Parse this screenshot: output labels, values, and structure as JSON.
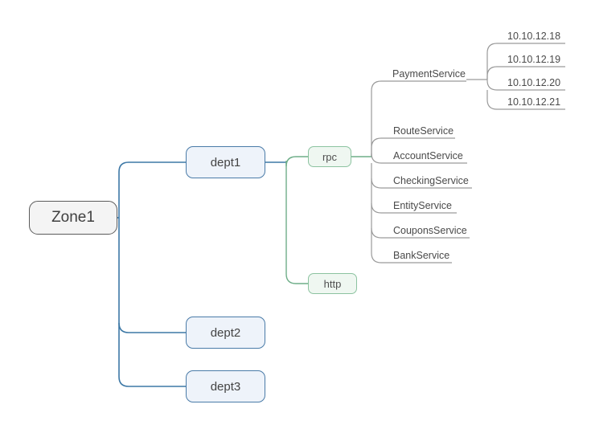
{
  "diagram": {
    "title": "Zone1 service topology mind map",
    "colors": {
      "root_fill": "#f4f4f4",
      "root_border": "#5b5b5b",
      "dept_fill": "#eef3fa",
      "dept_border": "#4a7ba8",
      "proto_fill": "#eff7f1",
      "proto_border": "#8cc3a0",
      "leaf_text": "#4a4a4a",
      "leaf_underline": "#8f8f8f",
      "background": "#ffffff"
    },
    "root": {
      "label": "Zone1"
    },
    "departments": [
      {
        "label": "dept1"
      },
      {
        "label": "dept2"
      },
      {
        "label": "dept3"
      }
    ],
    "protocols": [
      {
        "label": "rpc"
      },
      {
        "label": "http"
      }
    ],
    "services": [
      {
        "label": "PaymentService"
      },
      {
        "label": "RouteService"
      },
      {
        "label": "AccountService"
      },
      {
        "label": "CheckingService"
      },
      {
        "label": "EntityService"
      },
      {
        "label": "CouponsService"
      },
      {
        "label": "BankService"
      }
    ],
    "instances": [
      {
        "label": "10.10.12.18"
      },
      {
        "label": "10.10.12.19"
      },
      {
        "label": "10.10.12.20"
      },
      {
        "label": "10.10.12.21"
      }
    ]
  }
}
